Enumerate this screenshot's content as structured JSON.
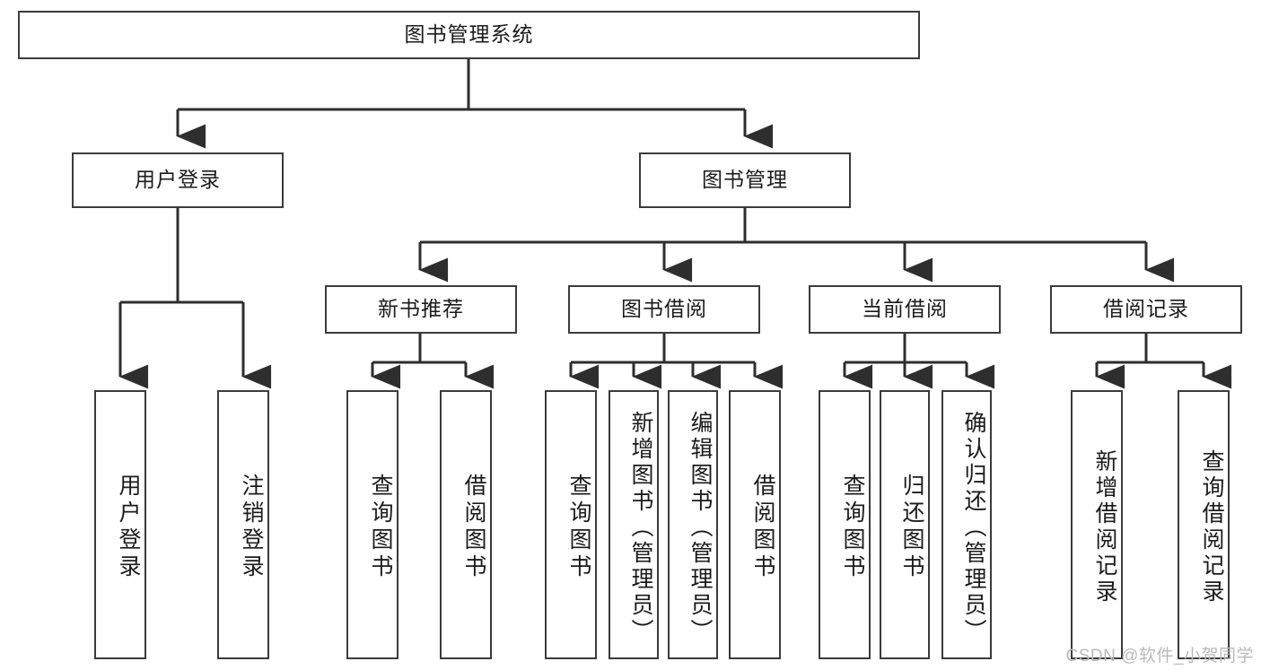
{
  "diagram": {
    "title": "图书管理系统",
    "type": "tree",
    "watermark": "CSDN @软件_小贺同学",
    "colors": {
      "box_border": "#3b3b3b",
      "box_fill": "#ffffff",
      "line": "#2e2e2e",
      "text": "#1b1b1b",
      "watermark": "#b9b9b9",
      "background": "#ffffff"
    },
    "nodes": {
      "root": {
        "label": "图书管理系统",
        "level": 0
      },
      "l1": [
        {
          "id": "user_login",
          "label": "用户登录"
        },
        {
          "id": "book_manage",
          "label": "图书管理"
        }
      ],
      "l2": [
        {
          "id": "new_book_rec",
          "label": "新书推荐",
          "parent": "book_manage"
        },
        {
          "id": "book_borrow",
          "label": "图书借阅",
          "parent": "book_manage"
        },
        {
          "id": "current_borrow",
          "label": "当前借阅",
          "parent": "book_manage"
        },
        {
          "id": "borrow_record",
          "label": "借阅记录",
          "parent": "book_manage"
        }
      ],
      "leaves": [
        {
          "id": "leaf_user_login",
          "label": "用户登录",
          "parent": "user_login"
        },
        {
          "id": "leaf_user_logout",
          "label": "注销登录",
          "parent": "user_login"
        },
        {
          "id": "leaf_query_book_1",
          "label": "查询图书",
          "parent": "new_book_rec"
        },
        {
          "id": "leaf_borrow_book_1",
          "label": "借阅图书",
          "parent": "new_book_rec"
        },
        {
          "id": "leaf_query_book_2",
          "label": "查询图书",
          "parent": "book_borrow"
        },
        {
          "id": "leaf_add_book",
          "label": "新增图书（管理员）",
          "parent": "book_borrow"
        },
        {
          "id": "leaf_edit_book",
          "label": "编辑图书（管理员）",
          "parent": "book_borrow"
        },
        {
          "id": "leaf_borrow_book_2",
          "label": "借阅图书",
          "parent": "book_borrow"
        },
        {
          "id": "leaf_query_book_3",
          "label": "查询图书",
          "parent": "current_borrow"
        },
        {
          "id": "leaf_return_book",
          "label": "归还图书",
          "parent": "current_borrow"
        },
        {
          "id": "leaf_confirm_return",
          "label": "确认归还（管理员）",
          "parent": "current_borrow"
        },
        {
          "id": "leaf_add_record",
          "label": "新增借阅记录",
          "parent": "borrow_record"
        },
        {
          "id": "leaf_query_record",
          "label": "查询借阅记录",
          "parent": "borrow_record"
        }
      ]
    }
  }
}
